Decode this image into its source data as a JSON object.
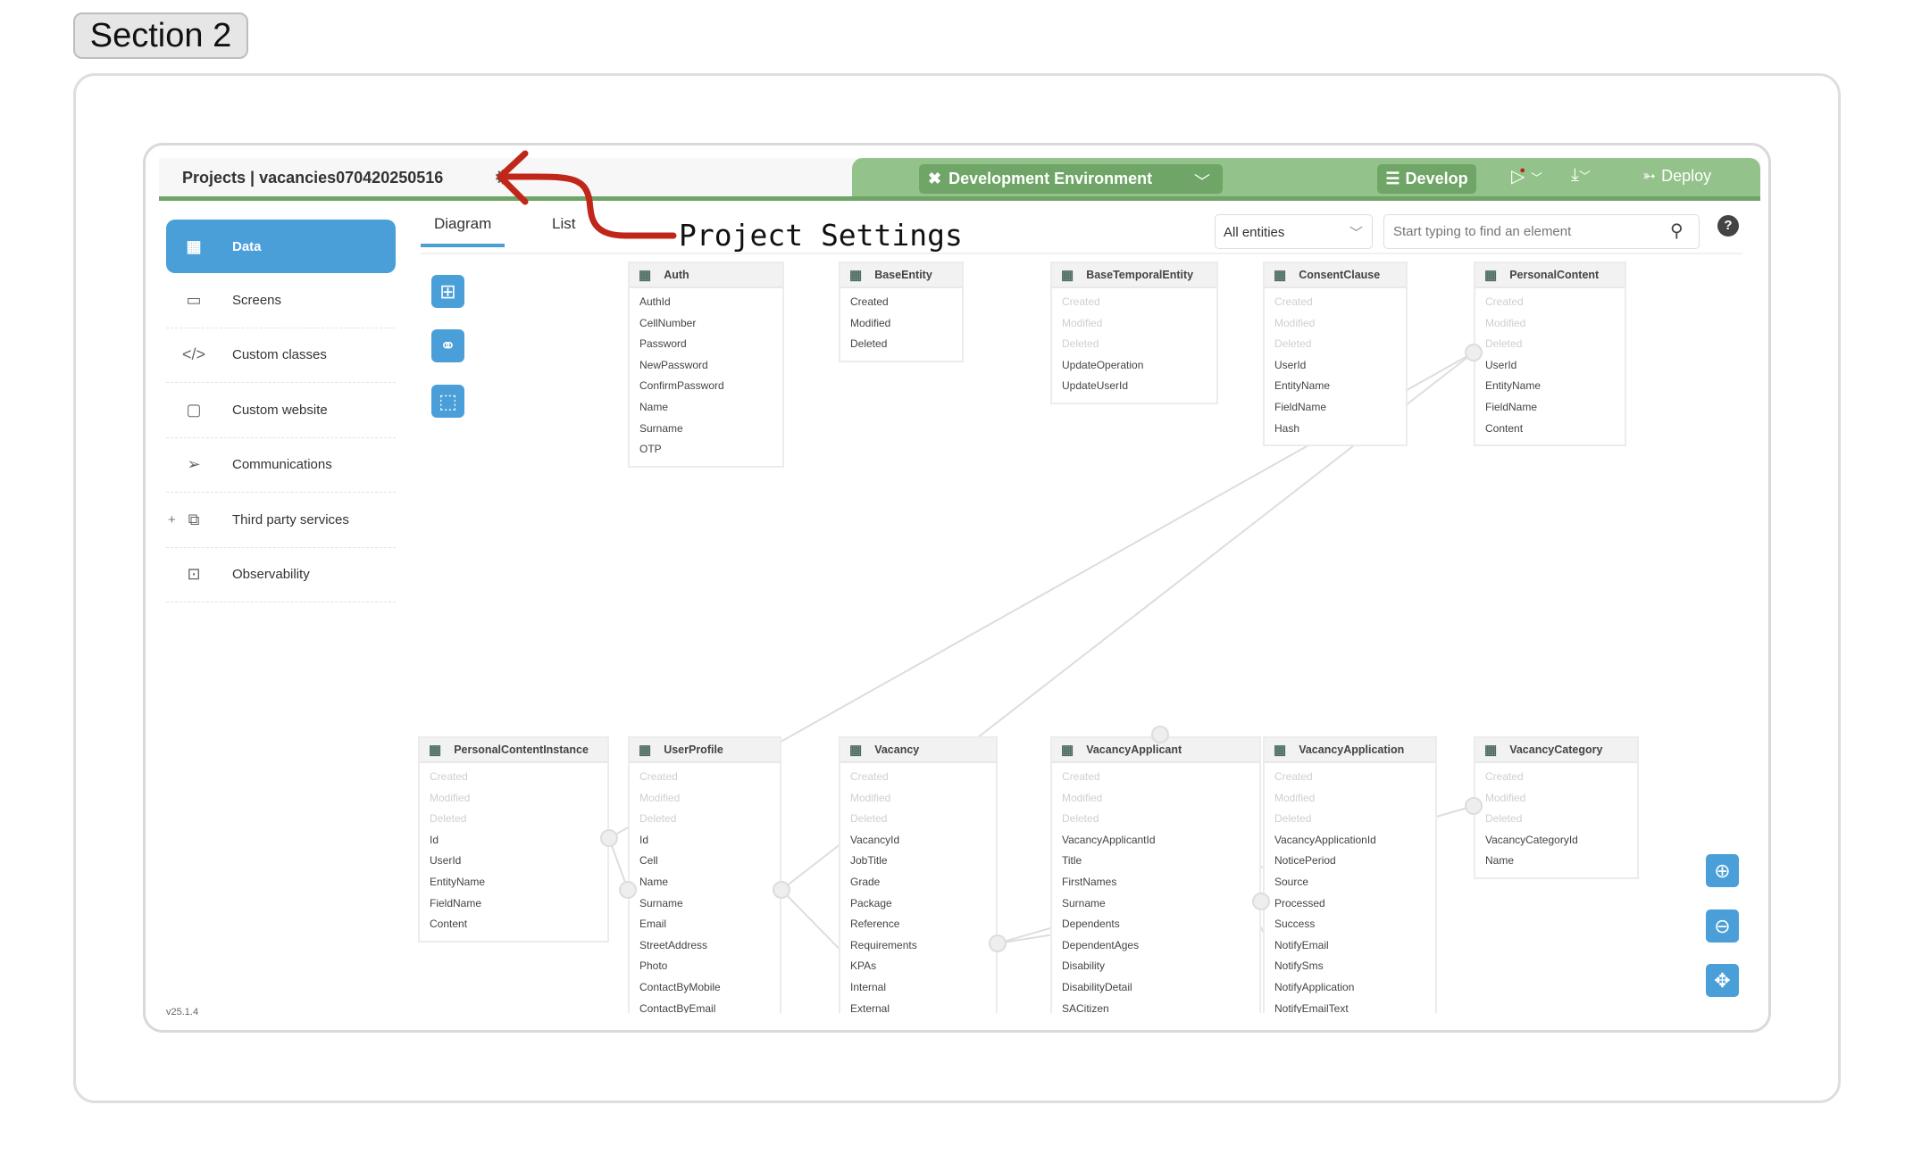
{
  "section_label": "Section 2",
  "header": {
    "title": "Projects | vacancies070420250516",
    "environment": "Development Environment",
    "develop_label": "Develop",
    "deploy_label": "Deploy"
  },
  "annotation": "Project Settings",
  "sidebar": {
    "items": [
      {
        "label": "Data",
        "icon": "table-icon"
      },
      {
        "label": "Screens",
        "icon": "devices-icon"
      },
      {
        "label": "Custom classes",
        "icon": "code-icon"
      },
      {
        "label": "Custom website",
        "icon": "browser-icon"
      },
      {
        "label": "Communications",
        "icon": "send-icon"
      },
      {
        "label": "Third party services",
        "icon": "packages-icon"
      },
      {
        "label": "Observability",
        "icon": "monitor-user-icon"
      }
    ]
  },
  "tabs": [
    {
      "label": "Diagram"
    },
    {
      "label": "List"
    }
  ],
  "filter": {
    "value": "All entities"
  },
  "search": {
    "placeholder": "Start typing to find an element"
  },
  "help_label": "?",
  "version": "v25.1.4",
  "accent": "#4a9fd8",
  "env_green": "#93c28a",
  "entities": [
    {
      "name": "Auth",
      "fields": [
        [
          "AuthId",
          0
        ],
        [
          "CellNumber",
          0
        ],
        [
          "Password",
          0
        ],
        [
          "NewPassword",
          0
        ],
        [
          "ConfirmPassword",
          0
        ],
        [
          "Name",
          0
        ],
        [
          "Surname",
          0
        ],
        [
          "OTP",
          0
        ]
      ]
    },
    {
      "name": "BaseEntity",
      "fields": [
        [
          "Created",
          0
        ],
        [
          "Modified",
          0
        ],
        [
          "Deleted",
          0
        ]
      ]
    },
    {
      "name": "BaseTemporalEntity",
      "fields": [
        [
          "Created",
          1
        ],
        [
          "Modified",
          1
        ],
        [
          "Deleted",
          1
        ],
        [
          "UpdateOperation",
          0
        ],
        [
          "UpdateUserId",
          0
        ]
      ]
    },
    {
      "name": "ConsentClause",
      "fields": [
        [
          "Created",
          1
        ],
        [
          "Modified",
          1
        ],
        [
          "Deleted",
          1
        ],
        [
          "UserId",
          0
        ],
        [
          "EntityName",
          0
        ],
        [
          "FieldName",
          0
        ],
        [
          "Hash",
          0
        ]
      ]
    },
    {
      "name": "PersonalContent",
      "fields": [
        [
          "Created",
          1
        ],
        [
          "Modified",
          1
        ],
        [
          "Deleted",
          1
        ],
        [
          "UserId",
          0
        ],
        [
          "EntityName",
          0
        ],
        [
          "FieldName",
          0
        ],
        [
          "Content",
          0
        ]
      ]
    },
    {
      "name": "PersonalContentInstance",
      "fields": [
        [
          "Created",
          1
        ],
        [
          "Modified",
          1
        ],
        [
          "Deleted",
          1
        ],
        [
          "Id",
          0
        ],
        [
          "UserId",
          0
        ],
        [
          "EntityName",
          0
        ],
        [
          "FieldName",
          0
        ],
        [
          "Content",
          0
        ]
      ]
    },
    {
      "name": "UserProfile",
      "fields": [
        [
          "Created",
          1
        ],
        [
          "Modified",
          1
        ],
        [
          "Deleted",
          1
        ],
        [
          "Id",
          0
        ],
        [
          "Cell",
          0
        ],
        [
          "Name",
          0
        ],
        [
          "Surname",
          0
        ],
        [
          "Email",
          0
        ],
        [
          "StreetAddress",
          0
        ],
        [
          "Photo",
          0
        ],
        [
          "ContactByMobile",
          0
        ],
        [
          "ContactByEmail",
          0
        ]
      ]
    },
    {
      "name": "Vacancy",
      "fields": [
        [
          "Created",
          1
        ],
        [
          "Modified",
          1
        ],
        [
          "Deleted",
          1
        ],
        [
          "VacancyId",
          0
        ],
        [
          "JobTitle",
          0
        ],
        [
          "Grade",
          0
        ],
        [
          "Package",
          0
        ],
        [
          "Reference",
          0
        ],
        [
          "Requirements",
          0
        ],
        [
          "KPAs",
          0
        ],
        [
          "Internal",
          0
        ],
        [
          "External",
          0
        ]
      ]
    },
    {
      "name": "VacancyApplicant",
      "fields": [
        [
          "Created",
          1
        ],
        [
          "Modified",
          1
        ],
        [
          "Deleted",
          1
        ],
        [
          "VacancyApplicantId",
          0
        ],
        [
          "Title",
          0
        ],
        [
          "FirstNames",
          0
        ],
        [
          "Surname",
          0
        ],
        [
          "Dependents",
          0
        ],
        [
          "DependentAges",
          0
        ],
        [
          "Disability",
          0
        ],
        [
          "DisabilityDetail",
          0
        ],
        [
          "SACitizen",
          0
        ]
      ]
    },
    {
      "name": "VacancyApplication",
      "fields": [
        [
          "Created",
          1
        ],
        [
          "Modified",
          1
        ],
        [
          "Deleted",
          1
        ],
        [
          "VacancyApplicationId",
          0
        ],
        [
          "NoticePeriod",
          0
        ],
        [
          "Source",
          0
        ],
        [
          "Processed",
          0
        ],
        [
          "Success",
          0
        ],
        [
          "NotifyEmail",
          0
        ],
        [
          "NotifySms",
          0
        ],
        [
          "NotifyApplication",
          0
        ],
        [
          "NotifyEmailText",
          0
        ]
      ]
    },
    {
      "name": "VacancyCategory",
      "fields": [
        [
          "Created",
          1
        ],
        [
          "Modified",
          1
        ],
        [
          "Deleted",
          1
        ],
        [
          "VacancyCategoryId",
          0
        ],
        [
          "Name",
          0
        ]
      ]
    }
  ]
}
